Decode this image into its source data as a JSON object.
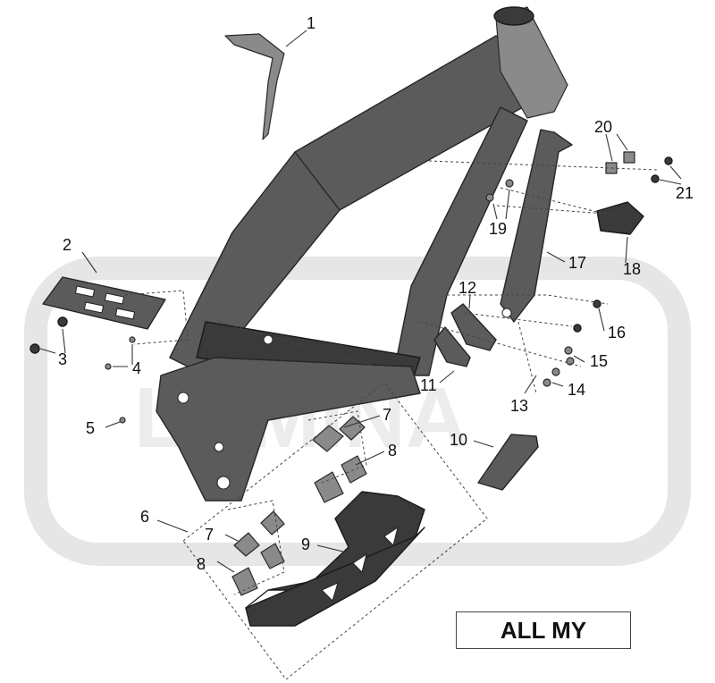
{
  "diagram": {
    "model_label": "ALL MY",
    "callouts": [
      "1",
      "2",
      "3",
      "4",
      "5",
      "6",
      "7",
      "8",
      "9",
      "10",
      "11",
      "12",
      "13",
      "14",
      "15",
      "16",
      "17",
      "18",
      "19",
      "20",
      "21"
    ],
    "repeated_callouts": {
      "seven_b": "7",
      "eight_b": "8"
    }
  }
}
